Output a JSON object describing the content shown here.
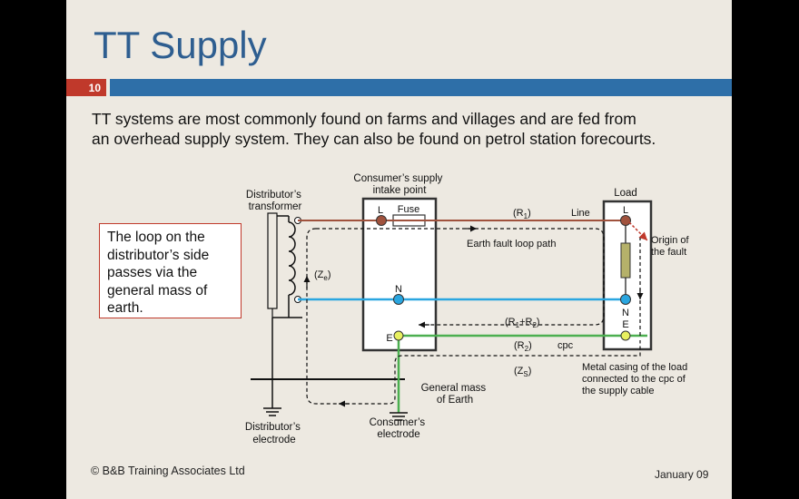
{
  "slide": {
    "title": "TT Supply",
    "number": "10",
    "intro_line1": "TT systems are most commonly found on farms and villages and are fed from",
    "intro_line2": "an overhead supply system. They can also be found on petrol station forecourts.",
    "callout": "The loop on the distributor’s side passes via the general mass of earth.",
    "footer_left": "© B&B Training Associates Ltd",
    "footer_right": "January 09"
  },
  "diagram": {
    "transformer_label": [
      "Distributor’s",
      "transformer"
    ],
    "intake_label": [
      "Consumer’s supply",
      "intake point"
    ],
    "load_label": "Load",
    "fuse": "Fuse",
    "L": "L",
    "N": "N",
    "E": "E",
    "r1": "(R",
    "r1_sub": "1",
    "line": "Line",
    "earth_fault_path": "Earth fault loop path",
    "origin_of_fault": [
      "Origin of",
      "the fault"
    ],
    "ze": "(Z",
    "ze_sub": "e",
    "r1r2": "(R",
    "r1r2_mid": "+R",
    "r2": "(R",
    "r2_sub": "2",
    "cpc": "cpc",
    "zs": "(Z",
    "zs_sub": "S",
    "metal_casing": [
      "Metal casing of the load",
      "connected to the cpc of",
      "the supply cable"
    ],
    "general_mass": [
      "General mass",
      "of Earth"
    ],
    "distributor_electrode": [
      "Distributor’s",
      "electrode"
    ],
    "consumer_electrode": [
      "Consumer’s",
      "electrode"
    ]
  },
  "colors": {
    "title": "#2e5e90",
    "accent_red": "#c0392b",
    "bar_blue": "#2e6fa8",
    "line_conductor": "#a0523d",
    "neutral": "#2aa6e0",
    "earth_cpc": "#4caf50"
  }
}
